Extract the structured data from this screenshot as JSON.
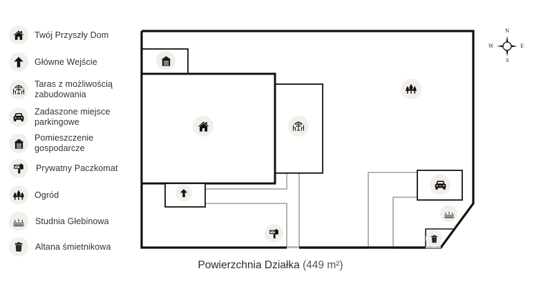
{
  "legend": {
    "items": [
      {
        "icon": "house-icon",
        "label": "Twój Przyszły Dom"
      },
      {
        "icon": "arrow-up-icon",
        "label": "Główne Wejście"
      },
      {
        "icon": "terrace-icon",
        "label": "Taras z możliwością zabudowania",
        "line1": "Taras z możliwością",
        "line2": "zabudowania"
      },
      {
        "icon": "car-icon",
        "label": "Zadaszone miejsce parkingowe",
        "line1": "Zadaszone miejsce",
        "line2": "parkingowe"
      },
      {
        "icon": "shed-icon",
        "label": "Pomieszczenie gospodarcze",
        "line1": "Pomieszczenie",
        "line2": "gospodarcze"
      },
      {
        "icon": "parcel-locker-icon",
        "label": "Prywatny Paczkomat"
      },
      {
        "icon": "trees-icon",
        "label": "Ogród"
      },
      {
        "icon": "well-icon",
        "label": "Studnia Głebinowa"
      },
      {
        "icon": "trash-bin-icon",
        "label": "Altana śmietnikowa"
      }
    ]
  },
  "compass": {
    "n": "N",
    "s": "S",
    "e": "E",
    "w": "W"
  },
  "caption": {
    "title": "Powierzchnia Działka",
    "area": "(449 m²)"
  },
  "colors": {
    "outline": "#111111",
    "path": "#8a8a8a",
    "icon_bg": "#f2efea",
    "icon": "#111111"
  }
}
